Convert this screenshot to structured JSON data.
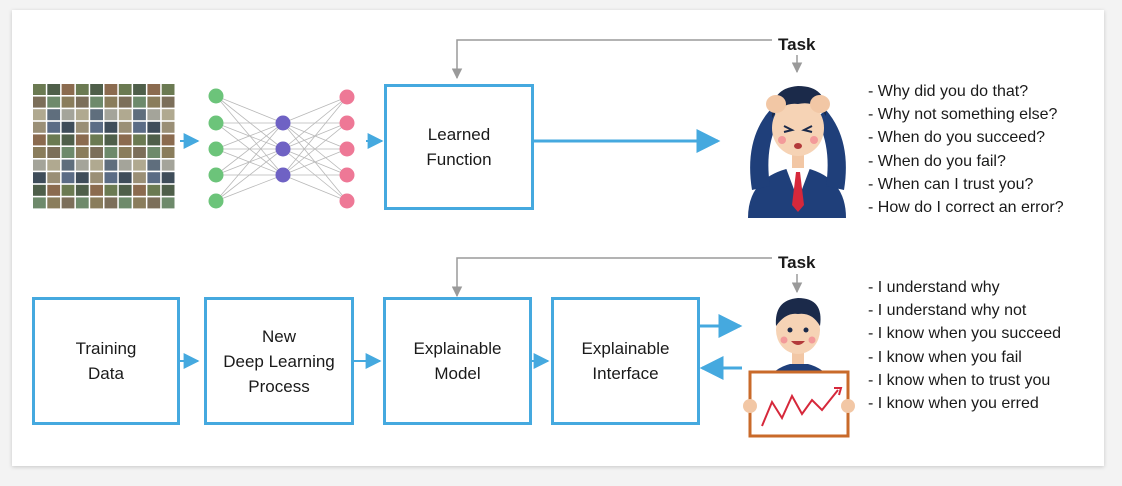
{
  "top": {
    "task_label": "Task",
    "box_label": "Learned\nFunction",
    "questions": [
      "- Why did you do that?",
      "- Why not something else?",
      "- When do you succeed?",
      "- When do you fail?",
      "- When can I trust you?",
      "- How do I correct an error?"
    ]
  },
  "bottom": {
    "task_label": "Task",
    "boxes": [
      "Training\nData",
      "New\nDeep Learning\nProcess",
      "Explainable\nModel",
      "Explainable\nInterface"
    ],
    "statements": [
      "- I understand why",
      "- I understand why not",
      "- I know when you succeed",
      "- I know when you fail",
      "- I know when to trust you",
      "- I know when you erred"
    ]
  },
  "colors": {
    "box_border": "#45a9df",
    "arrow_blue": "#45a9df",
    "arrow_gray": "#9a9a9a",
    "input_node": "#6cc47a",
    "hidden_node": "#6f62c4",
    "output_node": "#ee7896"
  },
  "icons": {
    "image_grid": "image-grid-icon",
    "network": "neural-network-icon",
    "confused_person": "confused-person-icon",
    "happy_person": "happy-person-icon"
  }
}
